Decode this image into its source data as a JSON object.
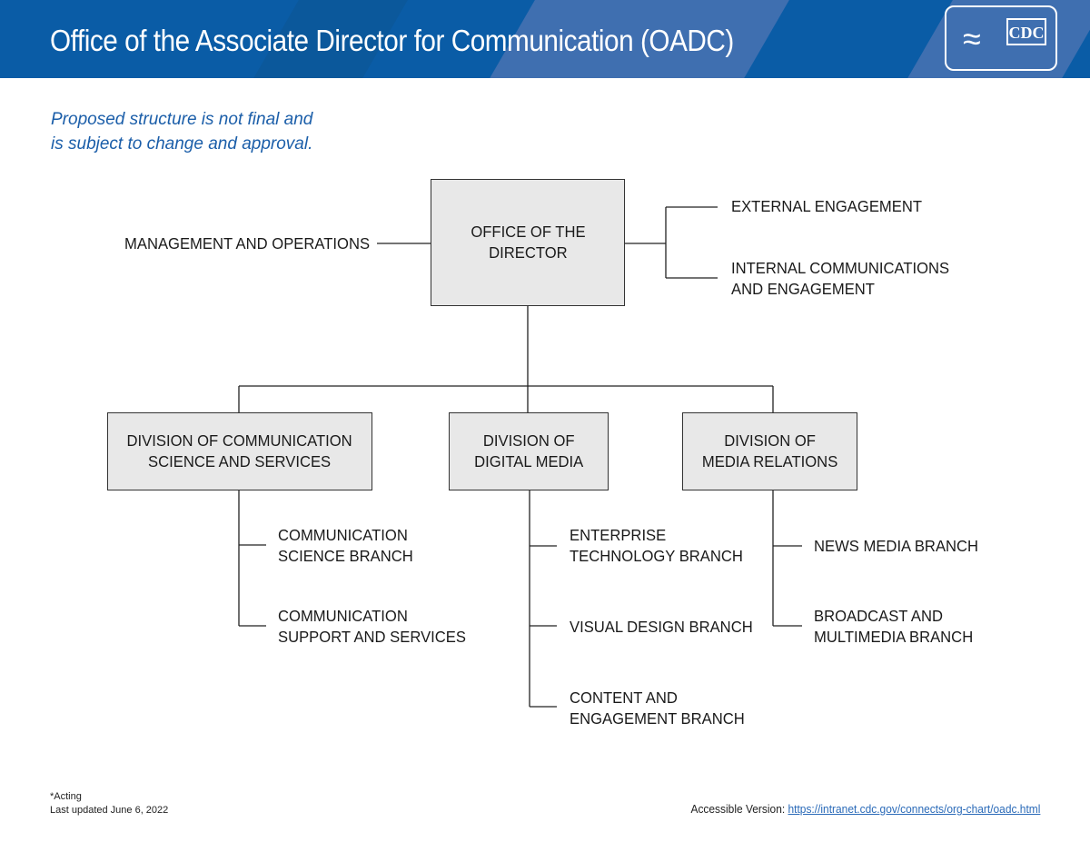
{
  "header": {
    "title": "Office of the Associate Director for Communication (OADC)",
    "logo_text": "CDC",
    "brand_color": "#0a5ca6"
  },
  "note": {
    "line1": "Proposed structure is not final and",
    "line2": "is subject to change and approval."
  },
  "director": {
    "line1": "OFFICE OF THE",
    "line2": "DIRECTOR"
  },
  "staff_left": "MANAGEMENT AND OPERATIONS",
  "staff_right": [
    {
      "line1": "EXTERNAL ENGAGEMENT"
    },
    {
      "line1": "INTERNAL COMMUNICATIONS",
      "line2": "AND ENGAGEMENT"
    }
  ],
  "divisions": [
    {
      "line1": "DIVISION OF COMMUNICATION",
      "line2": "SCIENCE AND SERVICES",
      "branches": [
        {
          "line1": "COMMUNICATION",
          "line2": "SCIENCE BRANCH"
        },
        {
          "line1": "COMMUNICATION",
          "line2": "SUPPORT AND SERVICES"
        }
      ]
    },
    {
      "line1": "DIVISION OF",
      "line2": "DIGITAL MEDIA",
      "branches": [
        {
          "line1": "ENTERPRISE",
          "line2": "TECHNOLOGY BRANCH"
        },
        {
          "line1": "VISUAL DESIGN BRANCH"
        },
        {
          "line1": "CONTENT AND",
          "line2": "ENGAGEMENT BRANCH"
        }
      ]
    },
    {
      "line1": "DIVISION OF",
      "line2": "MEDIA RELATIONS",
      "branches": [
        {
          "line1": "NEWS MEDIA BRANCH"
        },
        {
          "line1": "BROADCAST AND",
          "line2": "MULTIMEDIA BRANCH"
        }
      ]
    }
  ],
  "footer": {
    "acting": "*Acting",
    "updated": "Last updated June 6, 2022",
    "accessible_label": "Accessible Version: ",
    "accessible_url": "https://intranet.cdc.gov/connects/org-chart/oadc.html"
  }
}
